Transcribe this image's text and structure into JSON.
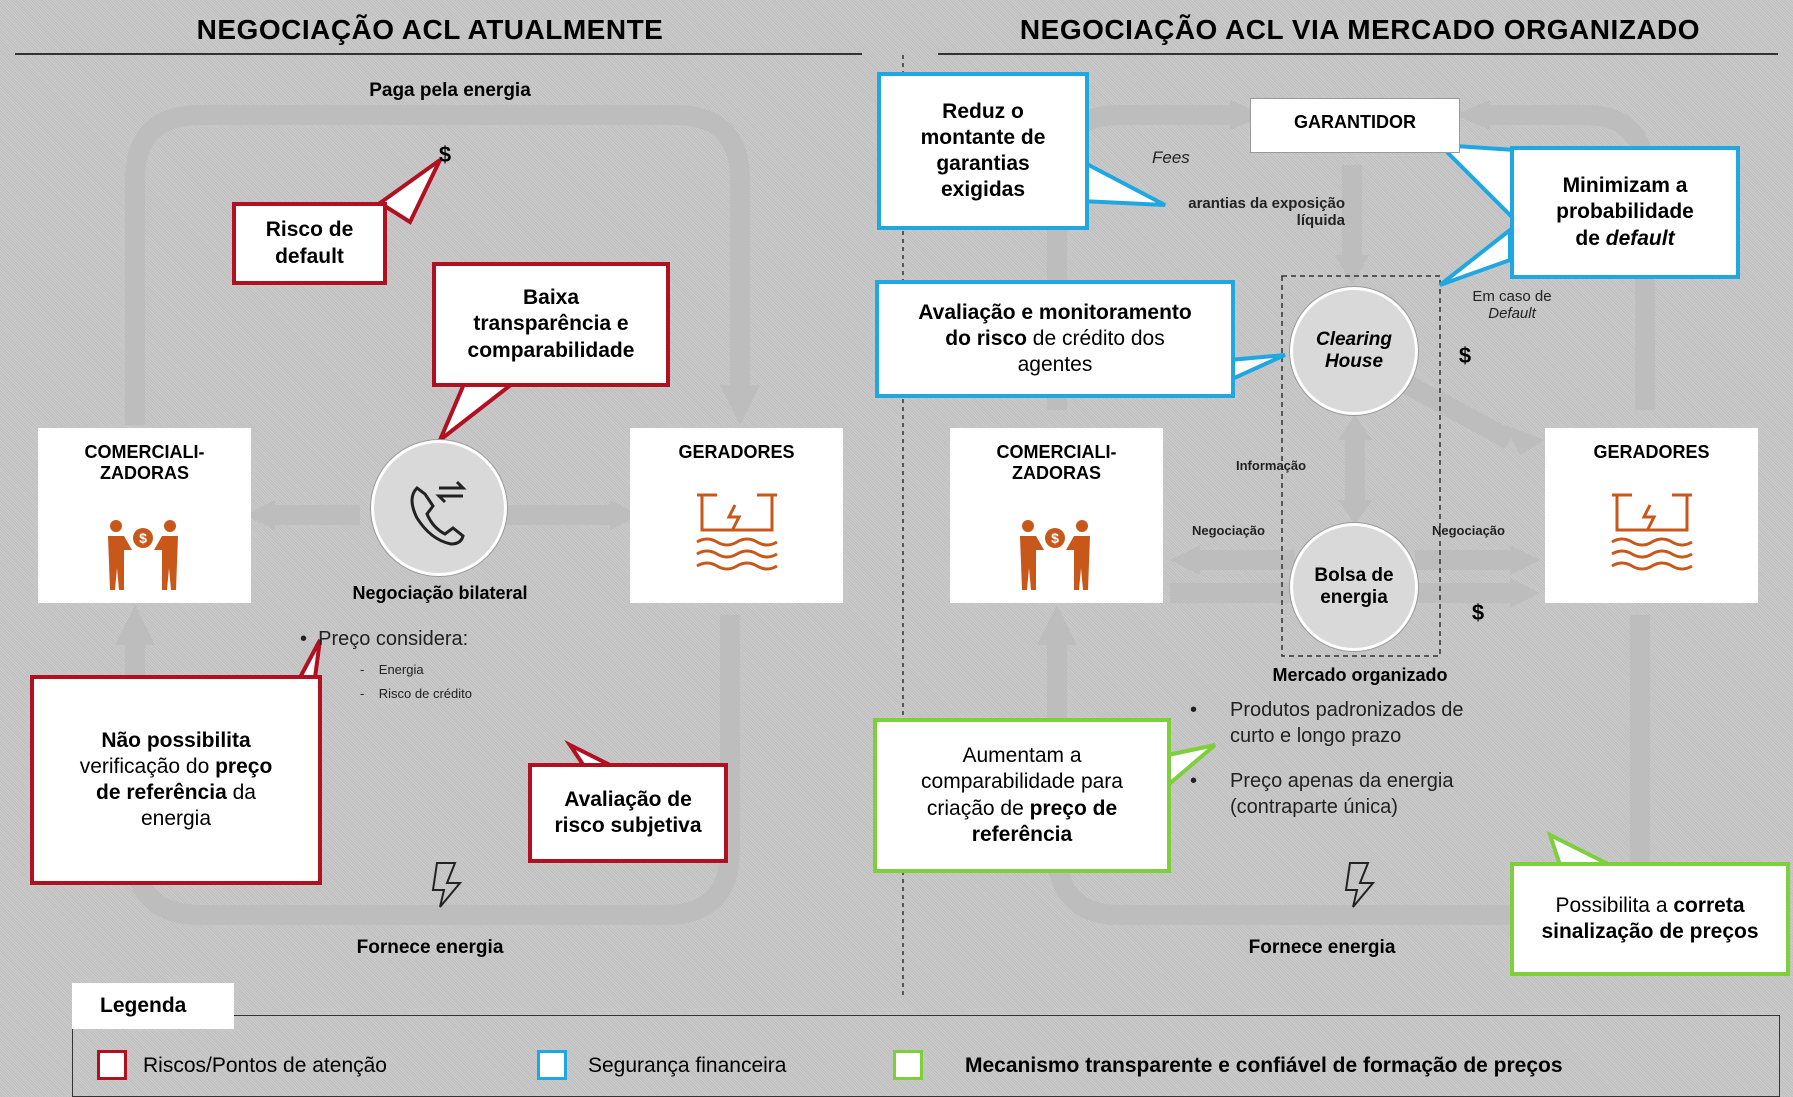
{
  "left": {
    "heading": "NEGOCIAÇÃO ACL ATUALMENTE",
    "top_label": "Paga pela energia",
    "dollar": "$",
    "bottom_label": "Fornece energia",
    "comercializadoras": [
      "COMERCIALI-",
      "ZADORAS"
    ],
    "geradores": "GERADORES",
    "center_label": "Negociação bilateral",
    "bullet_main": "Preço considera:",
    "bullet_sub1": "Energia",
    "bullet_sub2": "Risco de crédito",
    "callout_risco": [
      "Risco de",
      "default"
    ],
    "callout_baixa": [
      "Baixa",
      "transparência e",
      "comparabilidade"
    ],
    "callout_nao": {
      "b1": "Não possibilita",
      "t1": "verificação do ",
      "b2": "preço",
      "b3": "de referência",
      "t2": " da",
      "t3": "energia"
    },
    "callout_avaliacao": [
      "Avaliação de",
      "risco subjetiva"
    ]
  },
  "right": {
    "heading": "NEGOCIAÇÃO ACL VIA MERCADO ORGANIZADO",
    "garantidor": "GARANTIDOR",
    "fees": "Fees",
    "garantias": [
      "arantias da exposição",
      "líquida"
    ],
    "em_caso": [
      "Em caso de",
      "Default"
    ],
    "dollar": "$",
    "informacao": "Informação",
    "negociacao": "Negociação",
    "clearing": [
      "Clearing",
      "House"
    ],
    "bolsa": [
      "Bolsa de",
      "energia"
    ],
    "mercado": "Mercado organizado",
    "comercializadoras": [
      "COMERCIALI-",
      "ZADORAS"
    ],
    "geradores": "GERADORES",
    "bottom_label": "Fornece energia",
    "bullet1": [
      "Produtos padronizados de",
      "curto e longo prazo"
    ],
    "bullet2": [
      "Preço apenas da energia",
      "(contraparte única)"
    ],
    "callout_reduz": [
      "Reduz o",
      "montante de",
      "garantias",
      "exigidas"
    ],
    "callout_minimizam": {
      "l1": "Minimizam a",
      "l2": "probabilidade",
      "l3a": "de ",
      "l3b": "default"
    },
    "callout_avaliacao": {
      "b1": "Avaliação e monitoramento",
      "b2": "do risco",
      "t1": " de crédito dos",
      "t2": "agentes"
    },
    "callout_aumentam": {
      "t1": "Aumentam a",
      "t2": "comparabilidade para",
      "t3": "criação de ",
      "b1": "preço de",
      "b2": "referência"
    },
    "callout_possibilita": {
      "t1": "Possibilita a ",
      "b1": "correta",
      "b2": "sinalização de preços"
    }
  },
  "legend": {
    "title": "Legenda",
    "item1": "Riscos/Pontos de atenção",
    "item2": "Segurança financeira",
    "item3": "Mecanismo transparente e confiável de formação de preços"
  },
  "colors": {
    "risk": "#b01020",
    "security": "#1ea7e1",
    "transparency": "#7dcf3c",
    "icon": "#c8581a"
  }
}
